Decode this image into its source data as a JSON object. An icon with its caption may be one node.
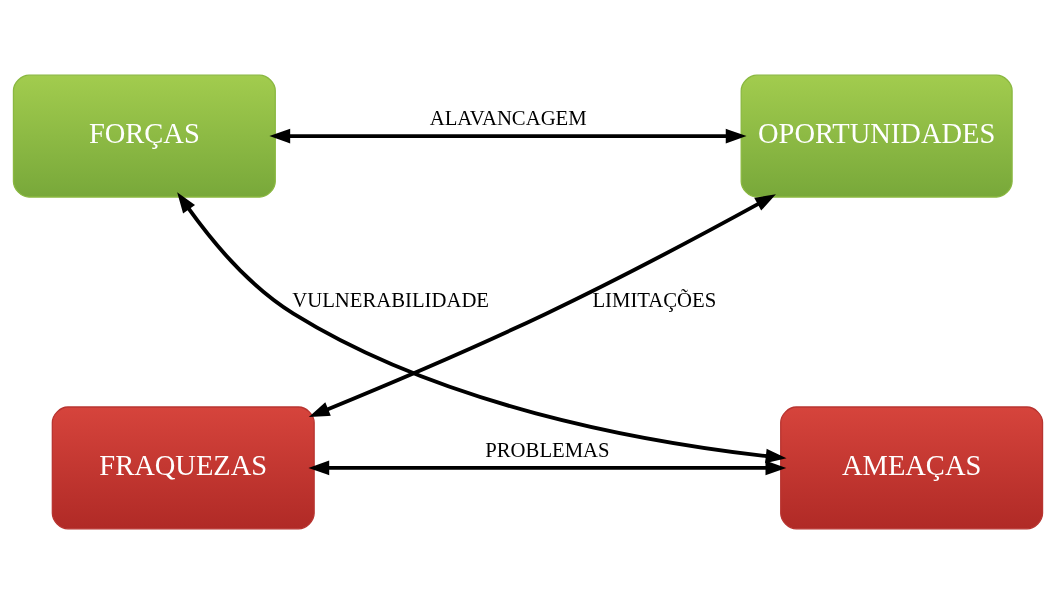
{
  "diagram": {
    "nodes": [
      {
        "text": [
          "FORÇAS"
        ]
      },
      {
        "text": [
          "OPORTUNIDADES"
        ]
      },
      {
        "text": [
          "FRAQUEZAS"
        ]
      },
      {
        "text": [
          "AMEAÇAS"
        ]
      }
    ],
    "edges": [
      {
        "from": 0,
        "to": 1,
        "arrow": "both",
        "label": "ALAVANCAGEM"
      },
      {
        "from": 0,
        "to": 3,
        "arrow": "both",
        "label": "VULNERABILIDADE"
      },
      {
        "from": 1,
        "to": 2,
        "arrow": "both",
        "label": "LIMITAÇÕES"
      },
      {
        "from": 2,
        "to": 3,
        "arrow": "both",
        "label": "PROBLEMAS"
      }
    ]
  }
}
